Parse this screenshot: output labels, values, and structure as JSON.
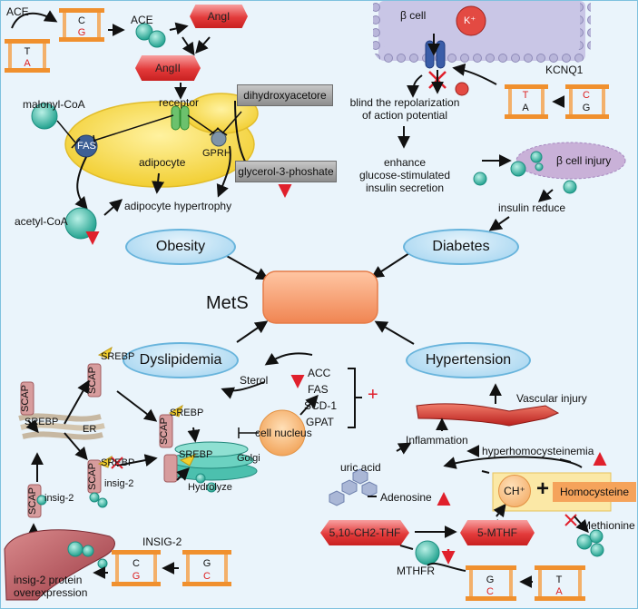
{
  "center": {
    "label": "MetS"
  },
  "categories": {
    "obesity": "Obesity",
    "diabetes": "Diabetes",
    "dyslipidemia": "Dyslipidemia",
    "hypertension": "Hypertension"
  },
  "obesity_panel": {
    "ace_top": "ACE",
    "ace_circle": "ACE",
    "ang1": "AngI",
    "ang2": "AngII",
    "malonyl": "malonyl-CoA",
    "receptor": "receptor",
    "fas": "FAS",
    "gprh": "GPRH",
    "adipocyte": "adipocyte",
    "dihydroxyacetore": "dihydroxyacetore",
    "glycerol": "glycerol-3-phoshate",
    "acetyl": "acetyl-CoA",
    "hypertrophy": "adipocyte hypertrophy",
    "gene_top": "C",
    "gene_bottom": "G",
    "gene2_top": "T",
    "gene2_bottom": "A"
  },
  "diabetes_panel": {
    "beta_cell": "β cell",
    "k_plus": "K⁺",
    "kcnq1": "KCNQ1",
    "blind_line1": "blind the repolarization",
    "blind_line2": "of action potential",
    "enhance_line1": "enhance",
    "enhance_line2": "glucose-stimulated",
    "enhance_line3": "insulin secretion",
    "beta_injury": "β cell injury",
    "insulin_reduce": "insulin  reduce",
    "gene_a_top": "T",
    "gene_a_bottom": "A",
    "gene_b_top": "C",
    "gene_b_bottom": "G"
  },
  "dyslipidemia_panel": {
    "sterol": "Sterol",
    "acc": "ACC",
    "fas": "FAS",
    "scd1": "SCD-1",
    "gpat": "GPAT",
    "plus": "+",
    "cell_nucleus": "cell nucleus",
    "srebp": "SREBP",
    "scap": "SCAP",
    "er": "ER",
    "golgi": "Golgi",
    "hydrolyze": "Hydrolyze",
    "insig2": "insig-2",
    "insig2_caps": "INSIG-2",
    "insig_protein_line1": "insig-2 protein",
    "insig_protein_line2": "overexpression",
    "gene_a_top": "C",
    "gene_a_bottom": "G",
    "gene_b_top": "G",
    "gene_b_bottom": "C"
  },
  "hypertension_panel": {
    "vascular": "Vascular injury",
    "inflammation": "Inflammation",
    "hyperhomo": "hyperhomocysteinemia",
    "uric": "uric acid",
    "adenosine": "Adenosine",
    "ch_plus": "CH⁺",
    "plus": "+",
    "homocysteine": "Homocysteine",
    "methionine": "Methionine",
    "thf": "5,10-CH2-THF",
    "mthf": "5-MTHF",
    "mthfr": "MTHFR",
    "gene_a_top": "G",
    "gene_a_bottom": "C",
    "gene_b_top": "T",
    "gene_b_bottom": "A"
  },
  "colors": {
    "border": "#7fc1df",
    "background": "#eaf4fb",
    "red_hex": "#e33b3b",
    "teal": "#35b6a6",
    "ellipse": "#9fd2ef",
    "mets": "#f49a6c",
    "arrow": "#111111",
    "red_arrow": "#e0202c"
  }
}
